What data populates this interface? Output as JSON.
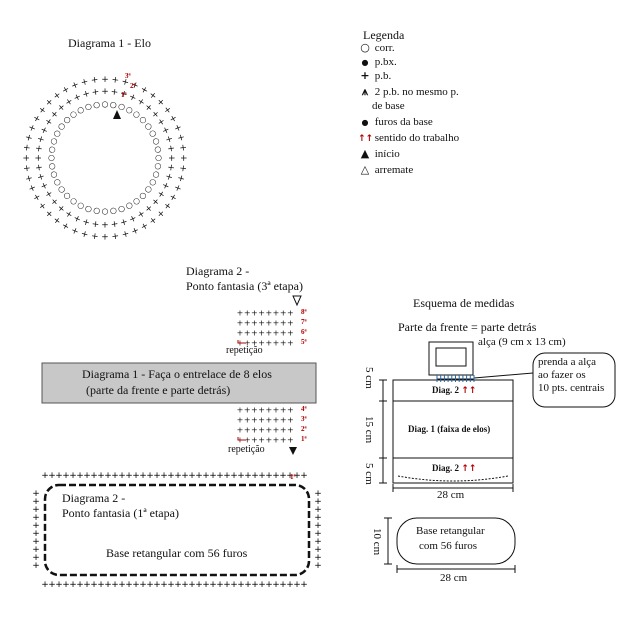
{
  "diagram1": {
    "title": "Diagrama 1 - Elo",
    "ring_labels": [
      "3ª",
      "2ª",
      "1ª"
    ]
  },
  "legend": {
    "title": "Legenda",
    "items": [
      {
        "icon": "chain-stitch-icon",
        "symbol": "○",
        "label": "corr."
      },
      {
        "icon": "slip-stitch-icon",
        "symbol": "●",
        "label": "p.bx."
      },
      {
        "icon": "single-crochet-icon",
        "symbol": "+",
        "label": "p.b."
      },
      {
        "icon": "two-sc-same-stitch-icon",
        "symbol": "⩚",
        "label": "2 p.b. no mesmo p.",
        "label2": "de base"
      },
      {
        "icon": "base-hole-icon",
        "symbol": "●",
        "label": "furos da base"
      },
      {
        "icon": "work-direction-icon",
        "symbol": "↑↑",
        "label": "sentido do trabalho"
      },
      {
        "icon": "start-arrow-icon",
        "symbol": "▲",
        "label": "início"
      },
      {
        "icon": "finish-arrow-icon",
        "symbol": "△",
        "label": "arremate"
      }
    ]
  },
  "diagram2_top": {
    "title_line1": "Diagrama 2 -",
    "title_line2": "Ponto fantasia (3ª etapa)",
    "upper_rows": [
      "8ª",
      "7ª",
      "6ª",
      "5ª"
    ],
    "lower_rows": [
      "4ª",
      "3ª",
      "2ª",
      "1ª"
    ],
    "repeat_label": "repetição"
  },
  "banner": {
    "line1": "Diagrama 1 - Faça o entrelace de 8 elos",
    "line2": "(parte da frente e parte detrás)"
  },
  "diagram2_bottom": {
    "title_line1": "Diagrama 2 -",
    "title_line2": "Ponto fantasia (1ª etapa)",
    "caption": "Base retangular com 56 furos",
    "row_label": "1ª"
  },
  "schematic": {
    "title": "Esquema de medidas",
    "subtitle": "Parte da frente = parte detrás",
    "handle_label": "alça (9 cm x 13 cm)",
    "callout": [
      "prenda a alça",
      "ao fazer os",
      "10 pts. centrais"
    ],
    "band_top": "Diag. 2",
    "band_mid": "Diag. 1 (faixa de elos)",
    "band_bottom": "Diag. 2",
    "dim_top": "5 cm",
    "dim_mid": "15 cm",
    "dim_bottom": "5 cm",
    "width": "28 cm",
    "base_label_line1": "Base retangular",
    "base_label_line2": "com 56 furos",
    "base_height": "10 cm",
    "base_width": "28 cm"
  }
}
